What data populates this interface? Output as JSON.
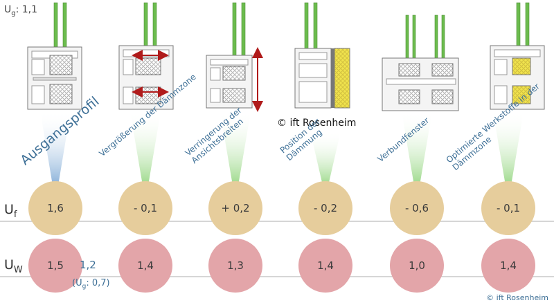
{
  "ug_top": {
    "prefix": "U",
    "sub": "g",
    "value": ": 1,1"
  },
  "copyright_center": "© ift Rosenheim",
  "copyright_corner": "© ift Rosenheim",
  "row_uf": {
    "symbol": "U",
    "sub": "f"
  },
  "row_uw": {
    "symbol": "U",
    "sub": "W"
  },
  "variants": [
    {
      "label_lines": [
        "Ausgangsprofil"
      ],
      "uf": "1,6",
      "uw": "1,5"
    },
    {
      "label_lines": [
        "Vergrößerung der Dämmzone"
      ],
      "uf": "- 0,1",
      "uw": "1,4"
    },
    {
      "label_lines": [
        "Verringerung der",
        "Ansichtsbreiten"
      ],
      "uf": "+ 0,2",
      "uw": "1,3"
    },
    {
      "label_lines": [
        "Position der",
        "Dämmung"
      ],
      "uf": "- 0,2",
      "uw": "1,4"
    },
    {
      "label_lines": [
        "Verbundfenster"
      ],
      "uf": "- 0,6",
      "uw": "1,0"
    },
    {
      "label_lines": [
        "Optimierte Werkstoffe in der",
        "Dämmzone"
      ],
      "uf": "- 0,1",
      "uw": "1,4"
    }
  ],
  "uw_extra": {
    "value": "1,2",
    "note_prefix": "(U",
    "note_sub": "g",
    "note_suffix": ": 0,7)"
  },
  "colors": {
    "blue_label": "#3d6f96",
    "uf_circle": "#e6cd9c",
    "uw_circle": "#e3a5a9",
    "glass": "#6cbc4e",
    "insulation": "#f0e34e",
    "arrow": "#b01b1b"
  }
}
